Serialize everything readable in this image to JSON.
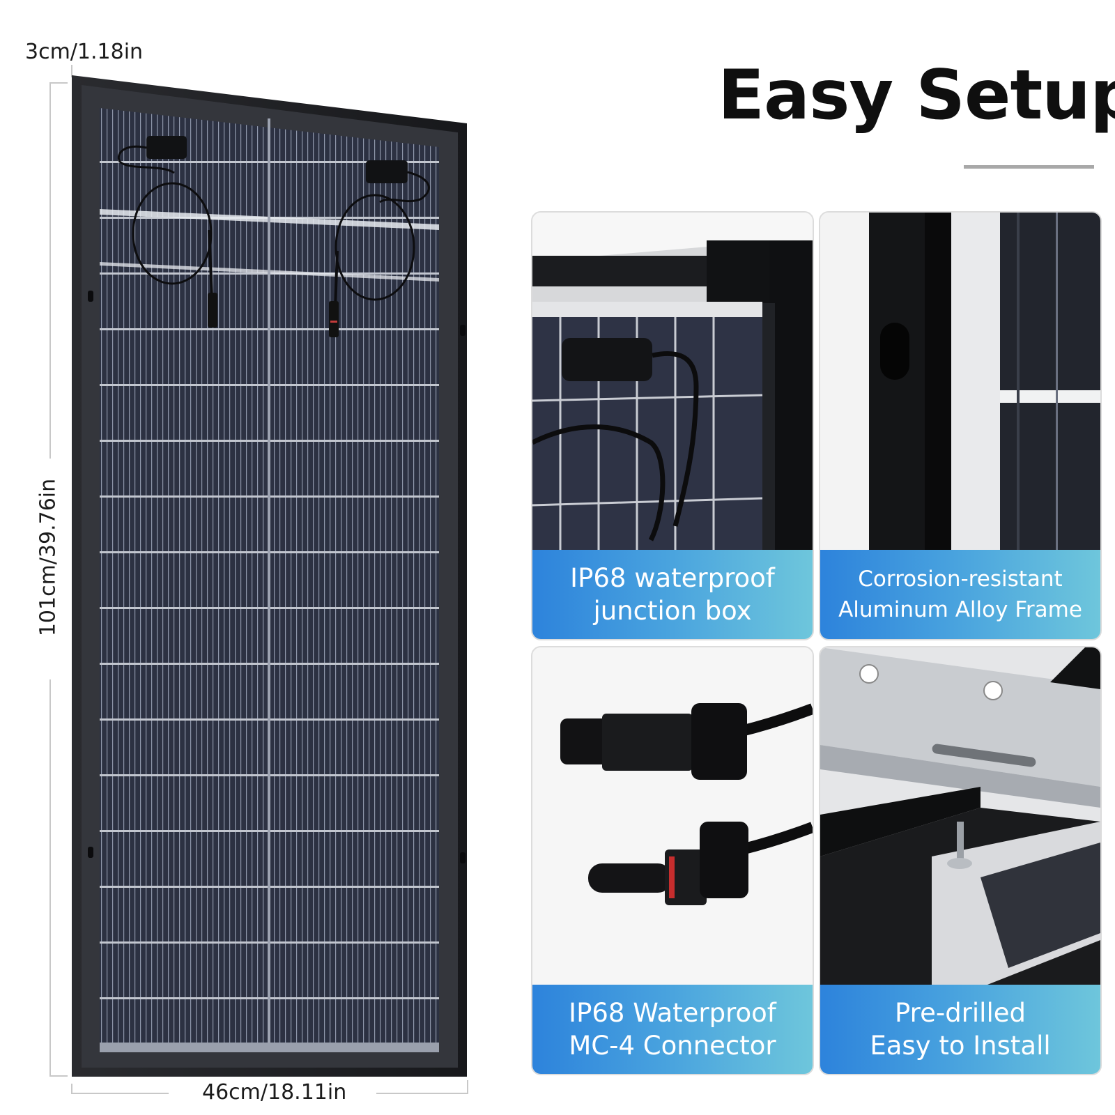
{
  "dimensions": {
    "thickness": "3cm/1.18in",
    "height": "101cm/39.76in",
    "width": "46cm/18.11in"
  },
  "title": "Easy Setup",
  "features": [
    {
      "line1": "IP68 waterproof",
      "line2": "junction box",
      "icon": "junction-box-photo"
    },
    {
      "line1": "Corrosion-resistant",
      "line2": "Aluminum Alloy Frame",
      "icon": "frame-photo"
    },
    {
      "line1": "IP68 Waterproof",
      "line2": "MC-4 Connector",
      "icon": "connector-photo"
    },
    {
      "line1": "Pre-drilled",
      "line2": "Easy to Install",
      "icon": "bracket-photo"
    }
  ],
  "colors": {
    "caption_gradient_start": "#2d83dc",
    "caption_gradient_end": "#6ec6dc",
    "panel_frame": "#1e1f22",
    "panel_cells": "#2c3040"
  }
}
